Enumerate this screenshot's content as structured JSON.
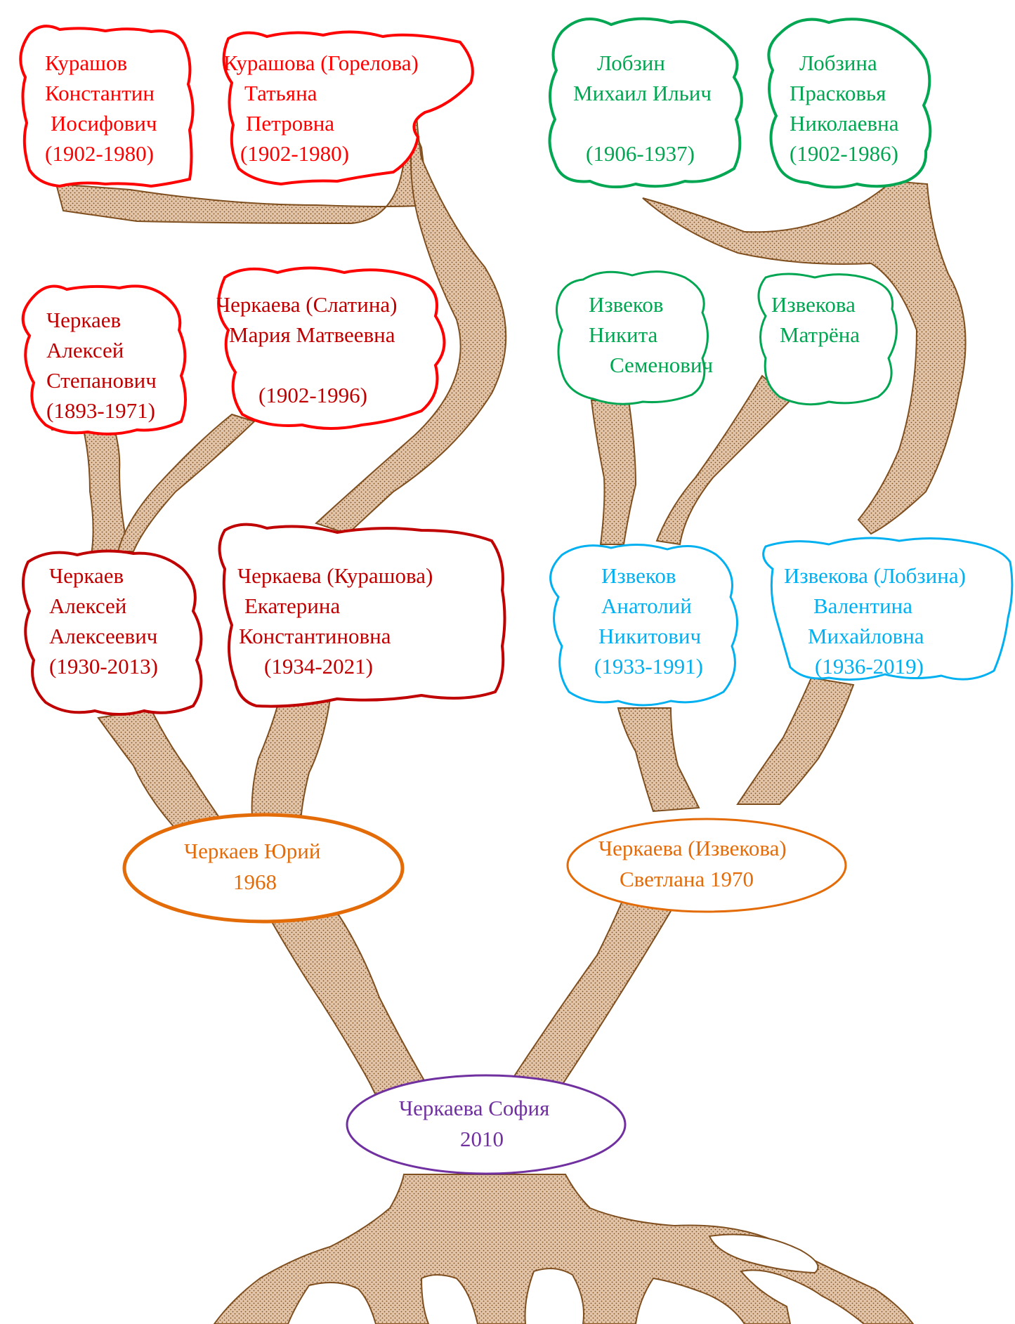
{
  "colors": {
    "gen1_red": "#ff0000",
    "gen1_green": "#00a651",
    "gen2_darkred": "#c00000",
    "gen2_blue": "#00b0f0",
    "parents_orange": "#e36c09",
    "child_purple": "#7030a0",
    "bark_fill": "#d9b89b",
    "bark_stroke": "#7f4f1f",
    "bark_dots": "#7f4f1f"
  },
  "people": {
    "kurashov_k": {
      "lines": [
        "Курашов",
        "Константин",
        "Иосифович",
        "(1902-1980)"
      ]
    },
    "kurashova_t": {
      "lines": [
        "Курашова (Горелова)",
        "Татьяна",
        "Петровна",
        "(1902-1980)"
      ]
    },
    "lobzin_m": {
      "lines": [
        "Лобзин",
        "Михаил Ильич",
        "",
        "(1906-1937)"
      ]
    },
    "lobzina_p": {
      "lines": [
        "Лобзина",
        "Прасковья",
        "Николаевна",
        "(1902-1986)"
      ]
    },
    "cherkaev_as": {
      "lines": [
        "Черкаев",
        "Алексей",
        "Степанович",
        "(1893-1971)"
      ]
    },
    "cherkaeva_m": {
      "lines": [
        "Черкаева (Слатина)",
        "Мария Матвеевна",
        "",
        "(1902-1996)"
      ]
    },
    "izvekov_n": {
      "lines": [
        "Извеков",
        "Никита",
        "Семенович"
      ]
    },
    "izvekova_m": {
      "lines": [
        "Извекова",
        "Матрёна"
      ]
    },
    "cherkaev_aa": {
      "lines": [
        "Черкаев",
        "Алексей",
        "Алексеевич",
        "(1930-2013)"
      ]
    },
    "cherkaeva_e": {
      "lines": [
        "Черкаева (Курашова)",
        "Екатерина",
        "Константиновна",
        "(1934-2021)"
      ]
    },
    "izvekov_a": {
      "lines": [
        "Извеков",
        "Анатолий",
        "Никитович",
        "(1933-1991)"
      ]
    },
    "izvekova_v": {
      "lines": [
        "Извекова (Лобзина)",
        "Валентина",
        "Михайловна",
        "(1936-2019)"
      ]
    },
    "cherkaev_yu": {
      "lines": [
        "Черкаев Юрий",
        "1968"
      ]
    },
    "cherkaeva_s": {
      "lines": [
        "Черкаева (Извекова)",
        "Светлана  1970"
      ]
    },
    "cherkaeva_sofia": {
      "lines": [
        "Черкаева София",
        "2010"
      ]
    }
  }
}
